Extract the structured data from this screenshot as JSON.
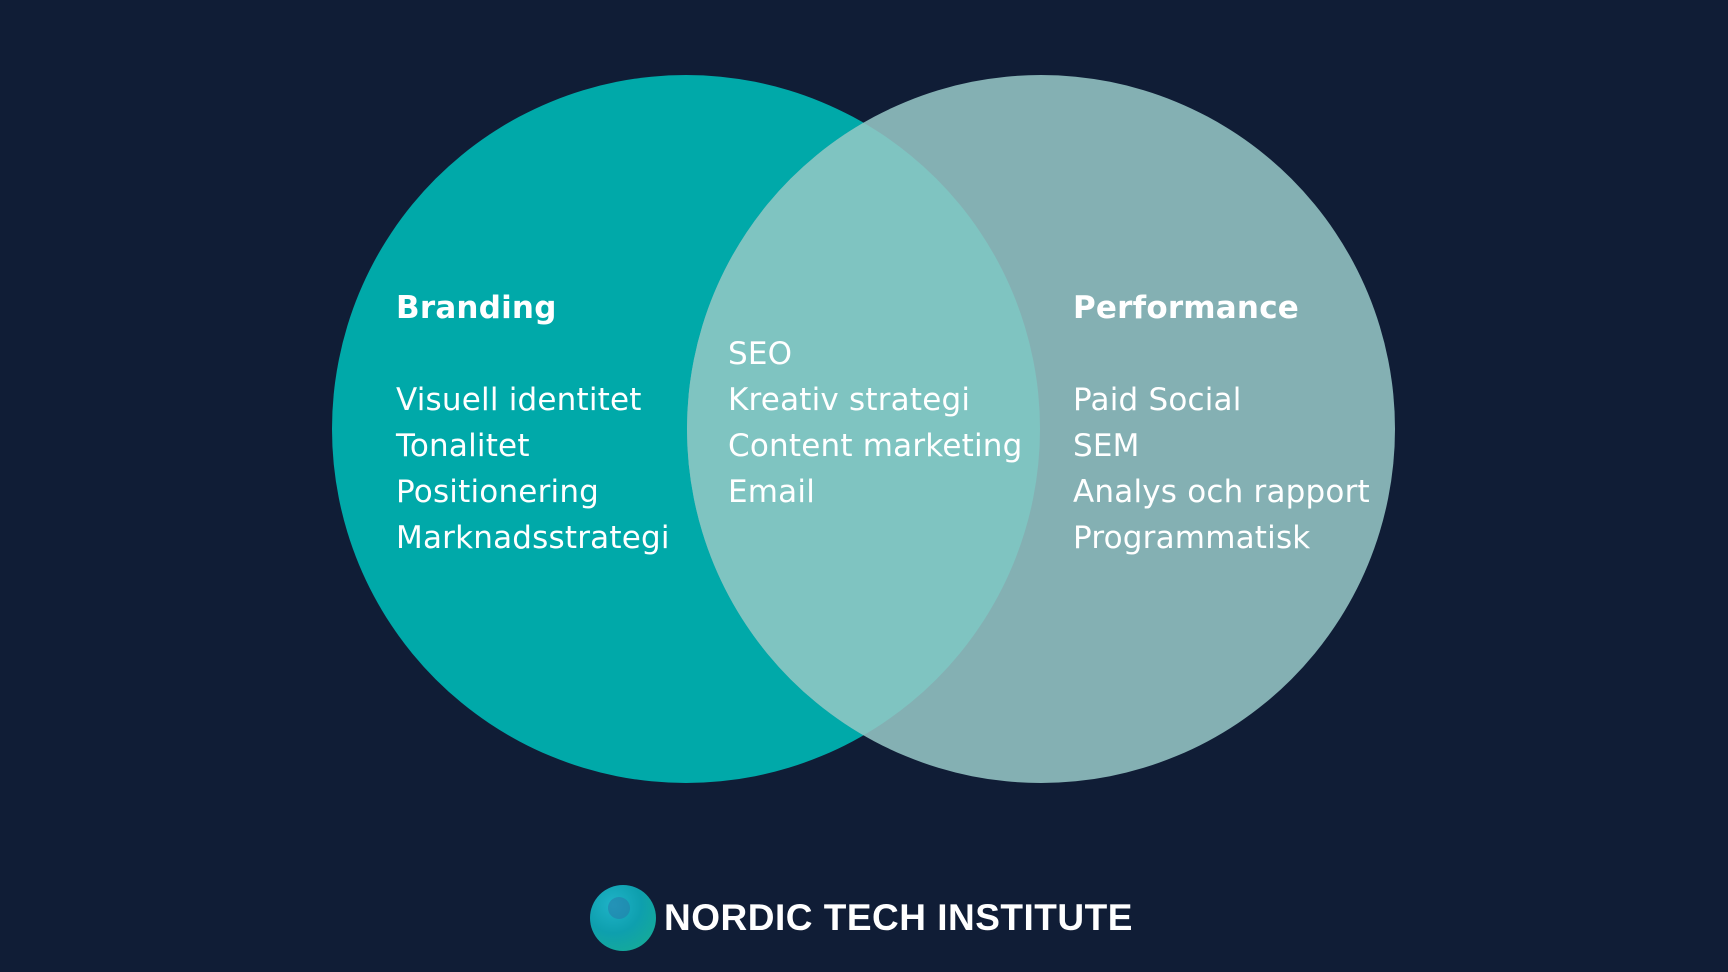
{
  "diagram": {
    "left": {
      "title": "Branding",
      "items": [
        "Visuell identitet",
        "Tonalitet",
        "Positionering",
        "Marknadsstrategi"
      ]
    },
    "overlap": {
      "items": [
        "SEO",
        "Kreativ strategi",
        "Content marketing",
        "Email"
      ]
    },
    "right": {
      "title": "Performance",
      "items": [
        "Paid Social",
        "SEM",
        "Analys och rapport",
        "Programmatisk"
      ]
    }
  },
  "colors": {
    "background": "#101d36",
    "left_circle": "#00a9a9",
    "right_circle": "#84b0b3",
    "overlap": "#7fc4c1",
    "text": "#ffffff"
  },
  "logo": {
    "text": "NORDIC TECH INSTITUTE",
    "icon": "globe-logo-icon"
  }
}
